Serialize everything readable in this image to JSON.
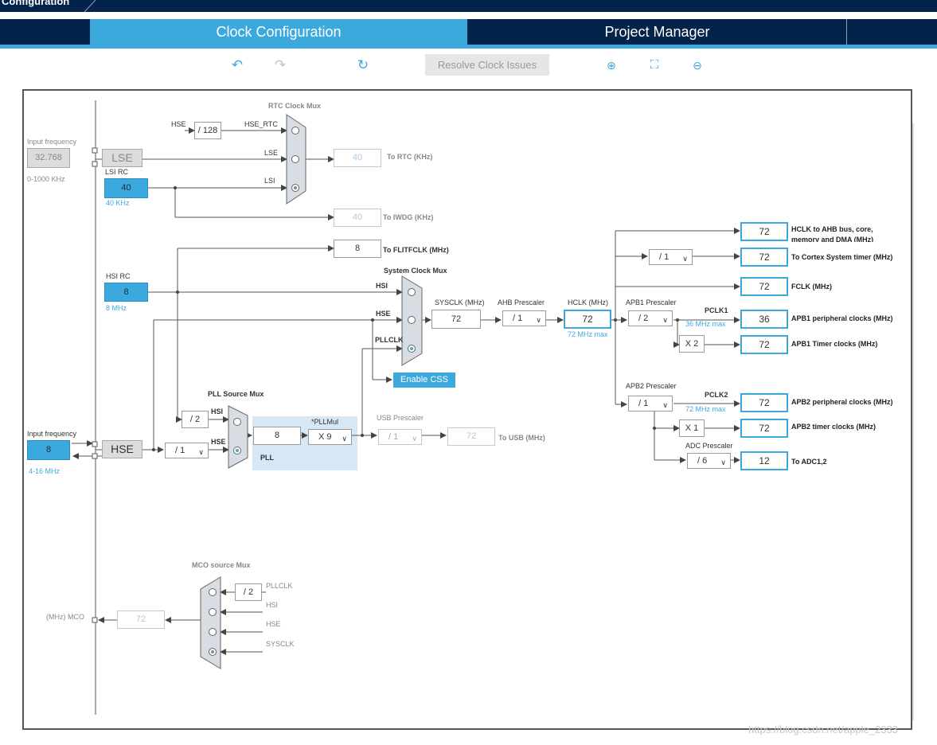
{
  "header": {
    "tab_left": "Configuration"
  },
  "tabs": [
    {
      "label": "Clock Configuration",
      "active": true
    },
    {
      "label": "Project Manager",
      "active": false
    }
  ],
  "toolbar": {
    "undo_icon": "undo-icon",
    "redo_icon": "redo-icon",
    "reset_icon": "refresh-icon",
    "resolve_label": "Resolve Clock Issues",
    "zoom_in_icon": "zoom-in-icon",
    "fit_icon": "fit-screen-icon",
    "zoom_out_icon": "zoom-out-icon"
  },
  "lse": {
    "freq_label": "Input frequency",
    "freq_value": "32.768",
    "range": "0-1000 KHz",
    "name": "LSE"
  },
  "lsi": {
    "name": "LSI RC",
    "value": "40",
    "unit": "40 KHz"
  },
  "hsi": {
    "name": "HSI RC",
    "value": "8",
    "unit": "8 MHz"
  },
  "hse": {
    "freq_label": "Input frequency",
    "value": "8",
    "range": "4-16 MHz",
    "name": "HSE"
  },
  "rtc": {
    "mux_title": "RTC Clock Mux",
    "div_label": "HSE",
    "div_value": "/ 128",
    "in_hse_rtc": "HSE_RTC",
    "in_lse": "LSE",
    "in_lsi": "LSI",
    "out_value": "40",
    "out_label": "To RTC (KHz)"
  },
  "iwdg": {
    "value": "40",
    "label": "To IWDG (KHz)"
  },
  "flitf": {
    "value": "8",
    "label": "To FLITFCLK (MHz)"
  },
  "sysmux": {
    "title": "System Clock Mux",
    "in_hsi": "HSI",
    "in_hse": "HSE",
    "in_pll": "PLLCLK",
    "css_label": "Enable CSS"
  },
  "sysclk": {
    "label": "SYSCLK (MHz)",
    "value": "72"
  },
  "ahb": {
    "label": "AHB Prescaler",
    "value": "/ 1"
  },
  "hclk": {
    "label": "HCLK (MHz)",
    "value": "72",
    "max": "72 MHz max"
  },
  "apb1": {
    "label": "APB1 Prescaler",
    "value": "/ 2",
    "pclk": "PCLK1",
    "max": "36 MHz max",
    "timer_mult": "X 2"
  },
  "apb2": {
    "label": "APB2 Prescaler",
    "value": "/ 1",
    "pclk": "PCLK2",
    "max": "72 MHz max",
    "timer_mult": "X 1"
  },
  "adc": {
    "label": "ADC Prescaler",
    "value": "/ 6"
  },
  "cortex": {
    "value": "/ 1"
  },
  "outputs": [
    {
      "value": "72",
      "label": "HCLK to AHB bus, core,",
      "label2": "memory and DMA (MHz)"
    },
    {
      "value": "72",
      "label": "To Cortex System timer (MHz)"
    },
    {
      "value": "72",
      "label": "FCLK (MHz)"
    },
    {
      "value": "36",
      "label": "APB1 peripheral clocks (MHz)"
    },
    {
      "value": "72",
      "label": "APB1 Timer clocks (MHz)"
    },
    {
      "value": "72",
      "label": "APB2 peripheral clocks (MHz)"
    },
    {
      "value": "72",
      "label": "APB2 timer clocks (MHz)"
    },
    {
      "value": "12",
      "label": "To ADC1,2"
    }
  ],
  "pll": {
    "mux_title": "PLL Source Mux",
    "in_hsi": "HSI",
    "in_hse": "HSE",
    "hsi_div": "/ 2",
    "hse_div": "/ 1",
    "value": "8",
    "mul_label": "*PLLMul",
    "mul_value": "X 9",
    "name": "PLL"
  },
  "usb": {
    "label": "USB Prescaler",
    "div": "/ 1",
    "value": "72",
    "out_label": "To USB (MHz)"
  },
  "mco": {
    "mux_title": "MCO source Mux",
    "div": "/ 2",
    "in_pll": "PLLCLK",
    "in_hsi": "HSI",
    "in_hse": "HSE",
    "in_sys": "SYSCLK",
    "value": "72",
    "label": "(MHz) MCO"
  },
  "watermark": "https://blog.csdn.net/apple_2333"
}
